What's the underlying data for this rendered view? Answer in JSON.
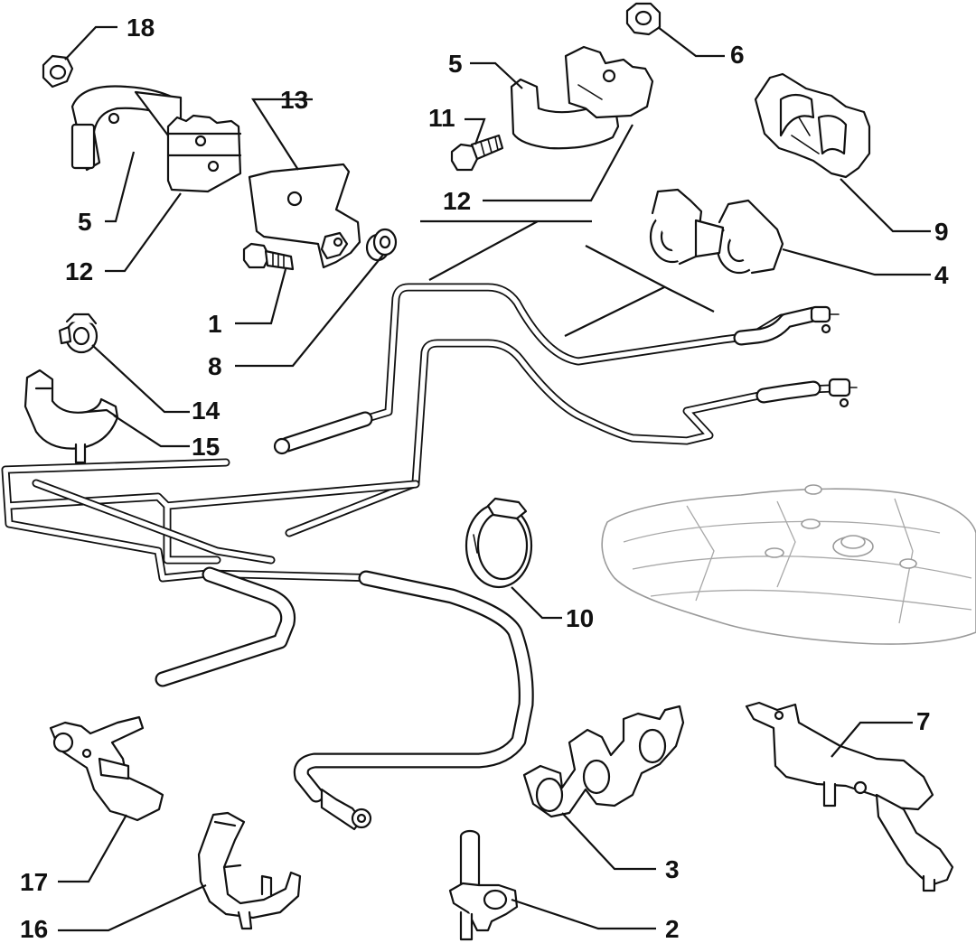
{
  "callouts": {
    "c1": "1",
    "c2": "2",
    "c3": "3",
    "c4": "4",
    "c5a": "5",
    "c5b": "5",
    "c6": "6",
    "c7": "7",
    "c8": "8",
    "c9": "9",
    "c10": "10",
    "c11": "11",
    "c12a": "12",
    "c12b": "12",
    "c13": "13",
    "c14": "14",
    "c15": "15",
    "c16": "16",
    "c17": "17",
    "c18": "18"
  }
}
